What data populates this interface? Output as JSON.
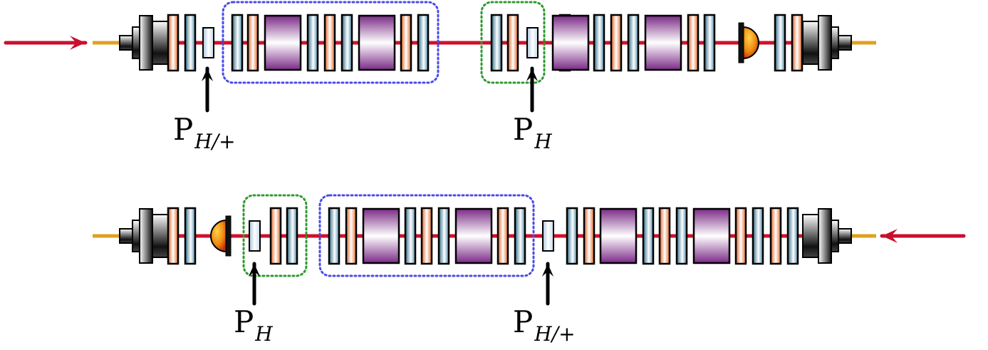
{
  "colors": {
    "beam": "#d0102a",
    "arrow": "#c8102e",
    "pipe_end": "#e0a020",
    "outline": "#000000",
    "teal": "#3a7f9c",
    "orange": "#e0601e",
    "purple": "#7a2a86",
    "small_probe": "#d4e2ee",
    "blue_box": "#4a4ae8",
    "green_box": "#2e9a2e",
    "dark_grey": "#111111",
    "dome": "#f08a10"
  },
  "labels": {
    "top_left": {
      "main": "P",
      "sub": "H/+"
    },
    "top_right": {
      "main": "P",
      "sub": "H"
    },
    "bottom_left": {
      "main": "P",
      "sub": "H"
    },
    "bottom_right": {
      "main": "P",
      "sub": "H/+"
    }
  }
}
